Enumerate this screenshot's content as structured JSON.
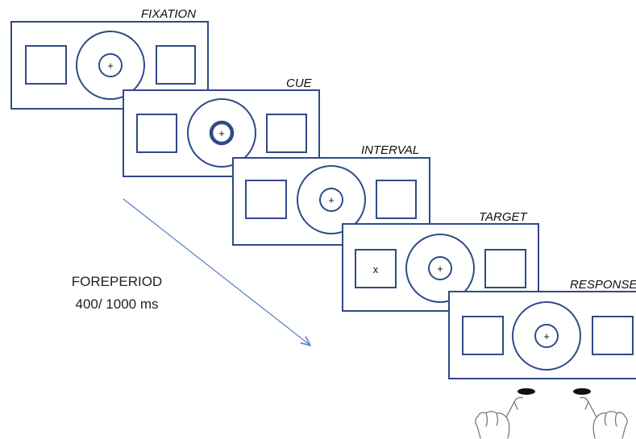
{
  "colors": {
    "frame": "#2f4a86",
    "arrow": "#5b86c5",
    "text": "#111111"
  },
  "frames": [
    {
      "label": "FIXATION",
      "center_symbol": "+",
      "left_box_symbol": "",
      "cue_highlight": false
    },
    {
      "label": "CUE",
      "center_symbol": "+",
      "left_box_symbol": "",
      "cue_highlight": true
    },
    {
      "label": "INTERVAL",
      "center_symbol": "+",
      "left_box_symbol": "",
      "cue_highlight": false
    },
    {
      "label": "TARGET",
      "center_symbol": "+",
      "left_box_symbol": "x",
      "cue_highlight": false
    },
    {
      "label": "RESPONSE",
      "center_symbol": "+",
      "left_box_symbol": "",
      "cue_highlight": false
    }
  ],
  "foreperiod": {
    "line1": "FOREPERIOD",
    "line2": "400/ 1000 ms"
  },
  "icons": {
    "response_keys": "key-icon",
    "hands": "pointing-hand-icon"
  }
}
